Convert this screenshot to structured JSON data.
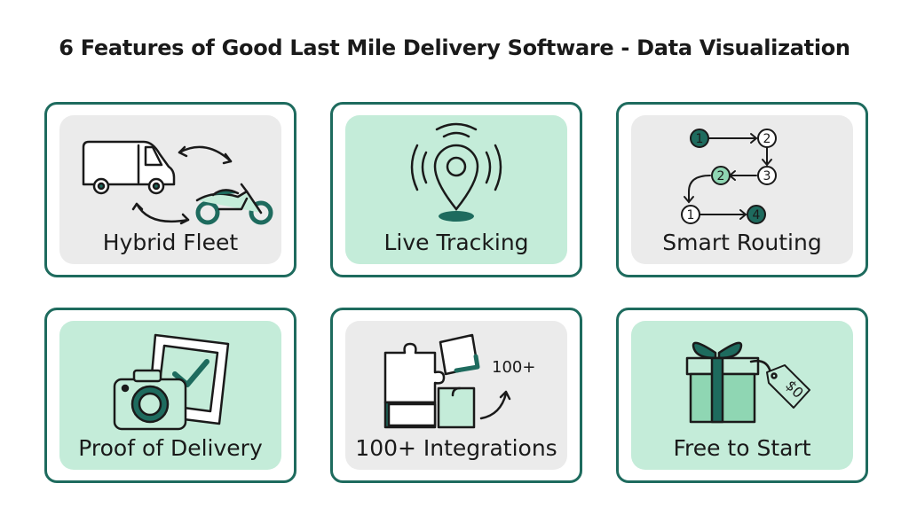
{
  "title": "6 Features of Good Last Mile Delivery Software - Data Visualization",
  "colors": {
    "border": "#1e6b5e",
    "green_fill": "#c4ecd9",
    "gray_fill": "#ebebeb",
    "accent": "#1e6b5e",
    "light_accent": "#8fd6b3"
  },
  "features": [
    {
      "label": "Hybrid Fleet",
      "icon": "van-motorcycle-icon"
    },
    {
      "label": "Live Tracking",
      "icon": "location-pin-icon"
    },
    {
      "label": "Smart Routing",
      "icon": "route-icon",
      "route_nodes": [
        "1",
        "2",
        "3",
        "2",
        "1",
        "4"
      ]
    },
    {
      "label": "Proof of Delivery",
      "icon": "camera-check-icon"
    },
    {
      "label": "100+ Integrations",
      "icon": "puzzle-icon",
      "badge": "100+"
    },
    {
      "label": "Free to Start",
      "icon": "gift-icon",
      "price_tag": "$0"
    }
  ]
}
